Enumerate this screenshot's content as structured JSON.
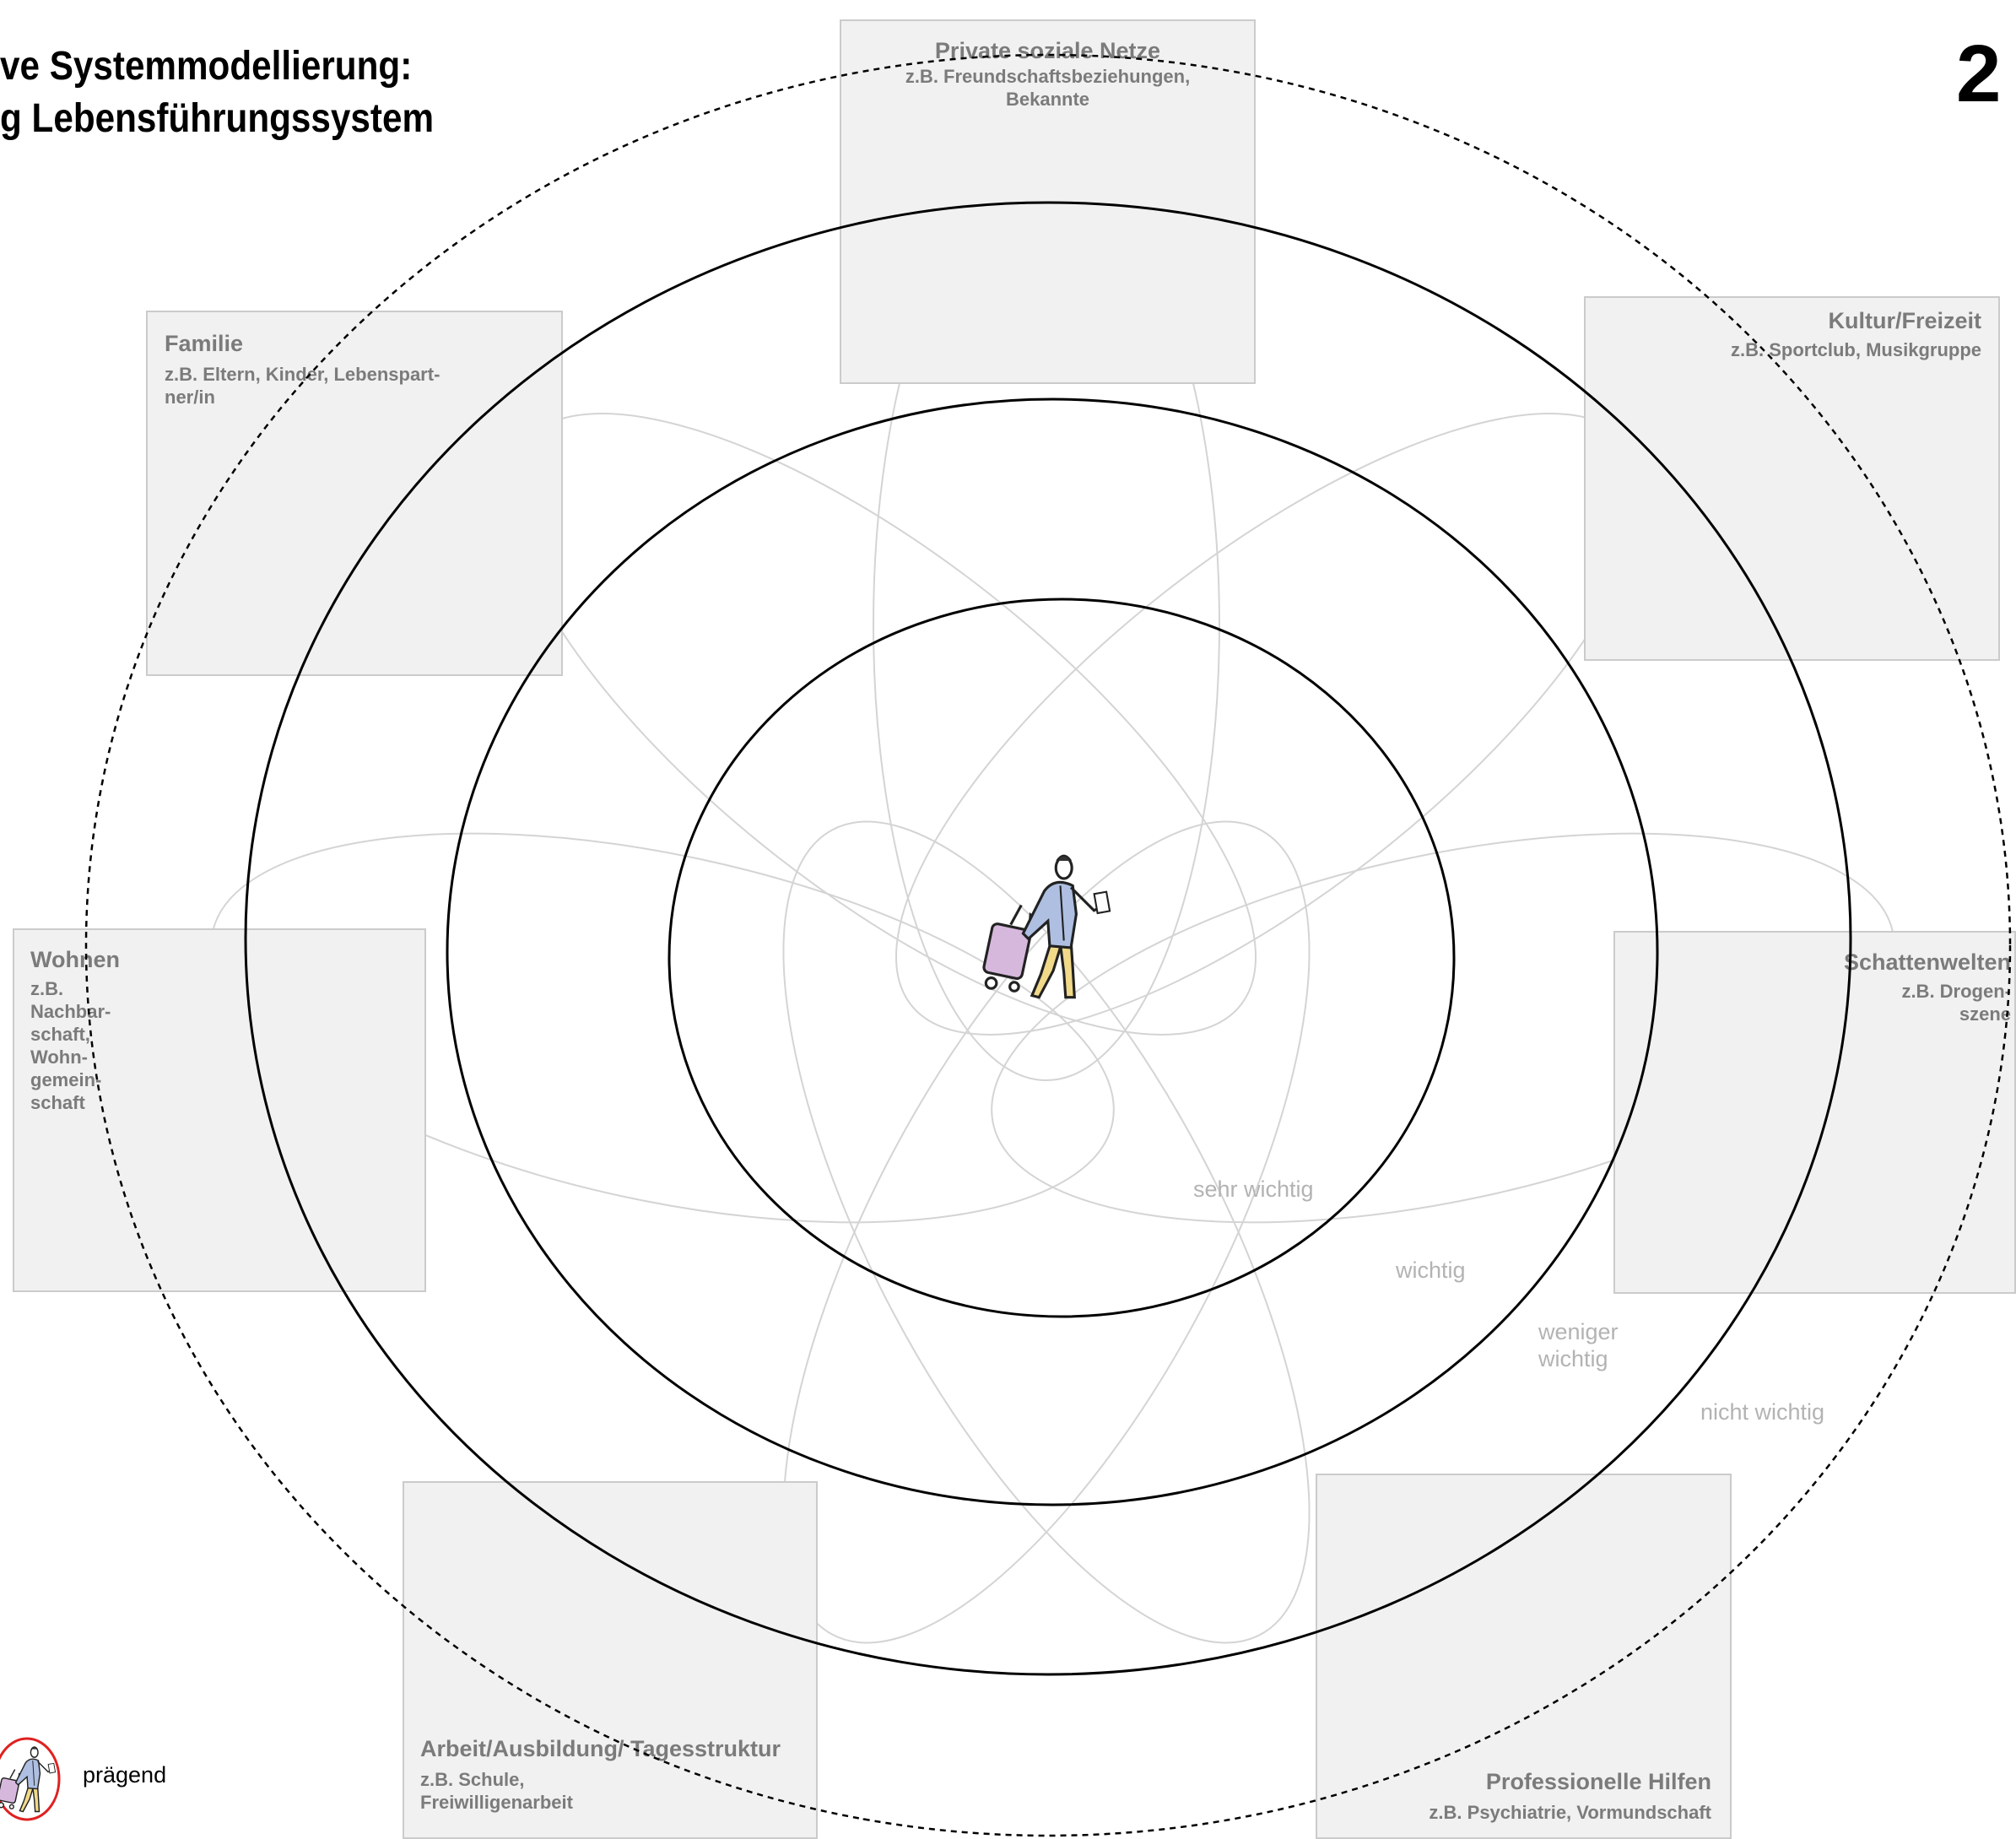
{
  "header": {
    "title_line1": "ve Systemmodellierung:",
    "title_line2": "g Lebensführungssystem",
    "page_number": "2"
  },
  "domains": {
    "private": {
      "title": "Private soziale Netze",
      "subtitle": "z.B. Freundschaftsbeziehungen, Bekannte"
    },
    "kultur": {
      "title": "Kultur/Freizeit",
      "subtitle": "z.B. Sportclub, Musikgruppe"
    },
    "familie": {
      "title": "Familie",
      "subtitle": "z.B. Eltern, Kinder, Lebenspart- ner/in"
    },
    "wohnen": {
      "title": "Wohnen",
      "subtitle": "z.B. Nachbar- schaft, Wohn- gemein- schaft"
    },
    "schatten": {
      "title": "Schattenwelten",
      "subtitle": "z.B. Drogen- szene"
    },
    "arbeit": {
      "title": "Arbeit/Ausbildung/ Tagesstruktur",
      "subtitle": "z.B. Schule, Freiwilligenarbeit"
    },
    "hilfen": {
      "title": "Professionelle Hilfen",
      "subtitle": "z.B. Psychiatrie, Vormundschaft"
    }
  },
  "rings": {
    "sehr_wichtig": "sehr wichtig",
    "wichtig": "wichtig",
    "weniger_wichtig": "weniger wichtig",
    "nicht_wichtig": "nicht wichtig"
  },
  "legend": {
    "label": "prägend"
  },
  "colors": {
    "box_fill": "#f1f1f1",
    "box_border": "#cbcbcb",
    "box_text": "#7b7b7b",
    "ring_label": "#b3b3b3",
    "petal_stroke": "#d4d4d4",
    "legend_ring": "#e02020"
  },
  "icons": {
    "center": "traveler-with-suitcase-icon",
    "legend": "traveler-with-suitcase-icon"
  }
}
